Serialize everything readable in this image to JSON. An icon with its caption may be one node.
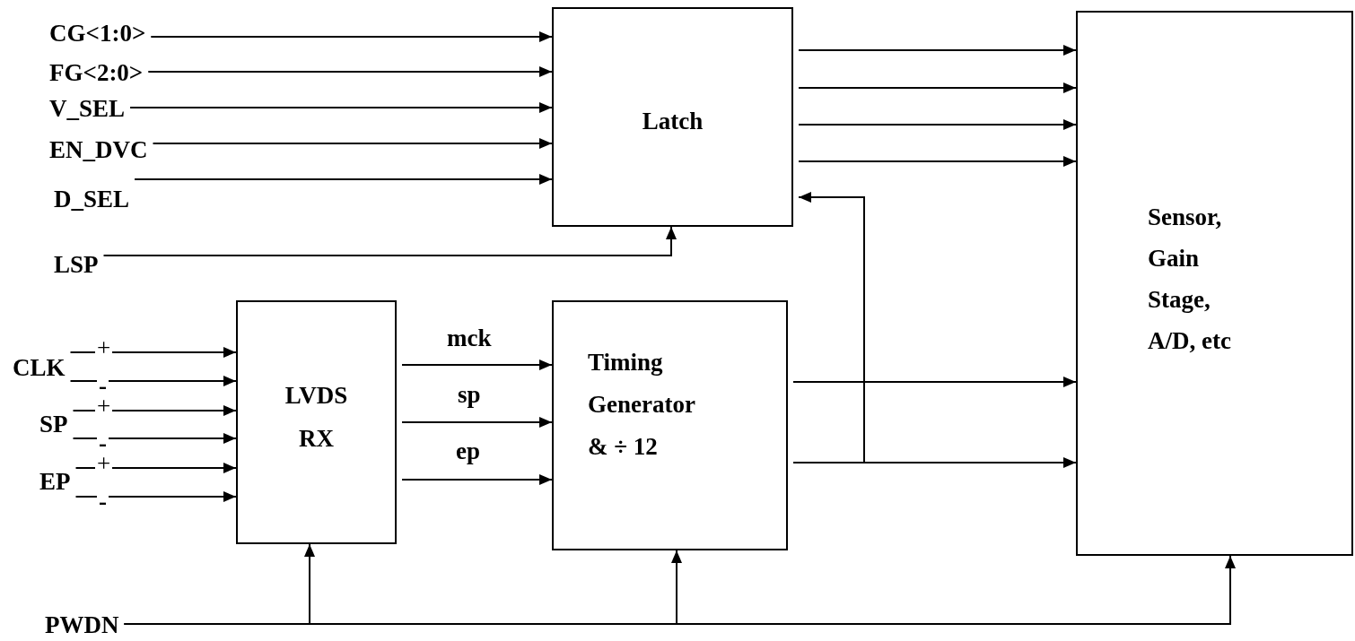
{
  "diagram": {
    "nodes": [
      {
        "text": [
          "CG<1:0>"
        ]
      },
      {
        "text": [
          "FG<2:0>"
        ]
      },
      {
        "text": [
          "V_SEL"
        ]
      },
      {
        "text": [
          "EN_DVC"
        ]
      },
      {
        "text": [
          "D_SEL"
        ]
      },
      {
        "text": [
          "LSP"
        ]
      },
      {
        "text": [
          "Latch"
        ]
      },
      {
        "text": [
          "CLK"
        ]
      },
      {
        "text": [
          "SP"
        ]
      },
      {
        "text": [
          "EP"
        ]
      },
      {
        "text": [
          "LVDS RX"
        ]
      },
      {
        "text": [
          "Timing Generator & ÷ 12"
        ]
      },
      {
        "text": [
          "Sensor, Gain Stage, A/D, etc"
        ]
      },
      {
        "text": [
          "PWDN"
        ]
      }
    ],
    "edges": [
      {
        "from": 0,
        "to": 6,
        "arrow": "to"
      },
      {
        "from": 1,
        "to": 6,
        "arrow": "to"
      },
      {
        "from": 2,
        "to": 6,
        "arrow": "to"
      },
      {
        "from": 3,
        "to": 6,
        "arrow": "to"
      },
      {
        "from": 4,
        "to": 6,
        "arrow": "to"
      },
      {
        "from": 5,
        "to": 6,
        "arrow": "to"
      },
      {
        "from": 6,
        "to": 12,
        "arrow": "to"
      },
      {
        "from": 6,
        "to": 12,
        "arrow": "to"
      },
      {
        "from": 6,
        "to": 12,
        "arrow": "to"
      },
      {
        "from": 6,
        "to": 12,
        "arrow": "to"
      },
      {
        "from": 7,
        "to": 10,
        "arrow": "to",
        "label": "+"
      },
      {
        "from": 7,
        "to": 10,
        "arrow": "to",
        "label": "-"
      },
      {
        "from": 8,
        "to": 10,
        "arrow": "to",
        "label": "+"
      },
      {
        "from": 8,
        "to": 10,
        "arrow": "to",
        "label": "-"
      },
      {
        "from": 9,
        "to": 10,
        "arrow": "to",
        "label": "+"
      },
      {
        "from": 9,
        "to": 10,
        "arrow": "to",
        "label": "-"
      },
      {
        "from": 10,
        "to": 11,
        "arrow": "to",
        "label": "mck"
      },
      {
        "from": 10,
        "to": 11,
        "arrow": "to",
        "label": "sp"
      },
      {
        "from": 10,
        "to": 11,
        "arrow": "to",
        "label": "ep"
      },
      {
        "from": 11,
        "to": 12,
        "arrow": "to"
      },
      {
        "from": 11,
        "to": 12,
        "arrow": "to"
      },
      {
        "from": 11,
        "to": 6,
        "arrow": "to"
      },
      {
        "from": 13,
        "to": 10,
        "arrow": "to"
      },
      {
        "from": 13,
        "to": 11,
        "arrow": "to"
      },
      {
        "from": 13,
        "to": 12,
        "arrow": "to"
      }
    ]
  }
}
